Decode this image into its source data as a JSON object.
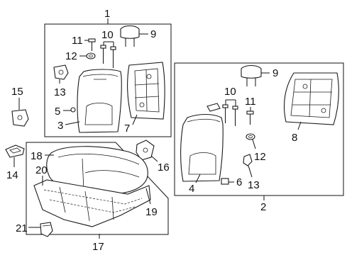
{
  "diagram": {
    "callouts": {
      "c1": "1",
      "c2": "2",
      "c3": "3",
      "c4": "4",
      "c5": "5",
      "c6": "6",
      "c7": "7",
      "c8": "8",
      "c9a": "9",
      "c9b": "9",
      "c10a": "10",
      "c10b": "10",
      "c11a": "11",
      "c11b": "11",
      "c12a": "12",
      "c12b": "12",
      "c13a": "13",
      "c13b": "13",
      "c14": "14",
      "c15": "15",
      "c16": "16",
      "c17": "17",
      "c18": "18",
      "c19": "19",
      "c20": "20",
      "c21": "21"
    }
  }
}
